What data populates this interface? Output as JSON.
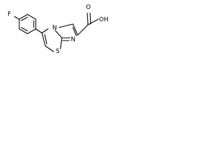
{
  "molecule": {
    "atoms": {
      "fluorine": "F",
      "nitrogen_bridge": "N",
      "nitrogen_imine": "N",
      "sulfur": "S",
      "carboxylic_acid": "OH",
      "carbonyl_oxygen": "O"
    }
  }
}
